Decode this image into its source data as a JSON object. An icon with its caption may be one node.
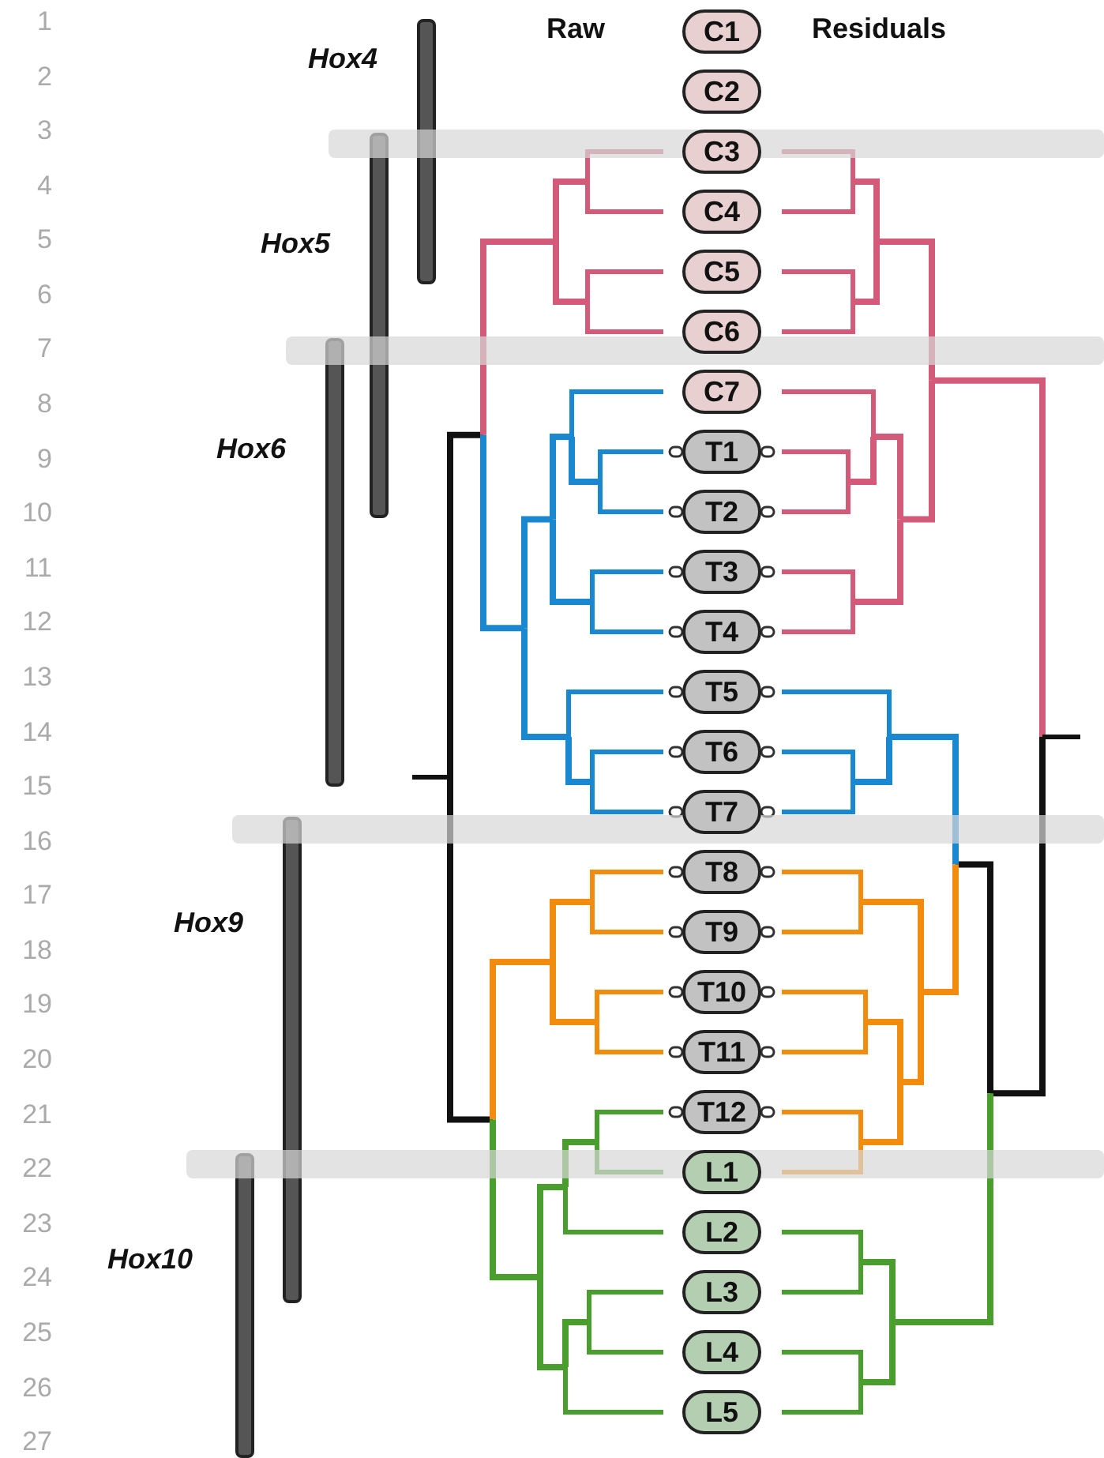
{
  "diagram": {
    "nodes": [
      {
        "text": [
          "C1"
        ]
      },
      {
        "text": [
          "C2"
        ]
      },
      {
        "text": [
          "C3"
        ]
      },
      {
        "text": [
          "C4"
        ]
      },
      {
        "text": [
          "C5"
        ]
      },
      {
        "text": [
          "C6"
        ]
      },
      {
        "text": [
          "C7"
        ]
      },
      {
        "text": [
          "T1"
        ]
      },
      {
        "text": [
          "T2"
        ]
      },
      {
        "text": [
          "T3"
        ]
      },
      {
        "text": [
          "T4"
        ]
      },
      {
        "text": [
          "T5"
        ]
      },
      {
        "text": [
          "T6"
        ]
      },
      {
        "text": [
          "T7"
        ]
      },
      {
        "text": [
          "T8"
        ]
      },
      {
        "text": [
          "T9"
        ]
      },
      {
        "text": [
          "T10"
        ]
      },
      {
        "text": [
          "T11"
        ]
      },
      {
        "text": [
          "T12"
        ]
      },
      {
        "text": [
          "L1"
        ]
      },
      {
        "text": [
          "L2"
        ]
      },
      {
        "text": [
          "L3"
        ]
      },
      {
        "text": [
          "L4"
        ]
      },
      {
        "text": [
          "L5"
        ]
      },
      {
        "text": [],
        "shape": "bar",
        "beside": [
          "Hox4"
        ]
      },
      {
        "text": [],
        "shape": "bar",
        "beside": [
          "Hox5"
        ]
      },
      {
        "text": [],
        "shape": "bar",
        "beside": [
          "Hox6"
        ]
      },
      {
        "text": [],
        "shape": "bar",
        "beside": [
          "Hox9"
        ]
      },
      {
        "text": [],
        "shape": "bar",
        "beside": [
          "Hox10"
        ]
      }
    ],
    "labels": [
      "1",
      "Raw",
      "Residuals",
      "2",
      "3",
      "4",
      "5",
      "6",
      "7",
      "8",
      "9",
      "10",
      "11",
      "12",
      "13",
      "14",
      "15",
      "16",
      "17",
      "18",
      "19",
      "20",
      "21",
      "22",
      "23",
      "24",
      "25",
      "26",
      "27"
    ]
  }
}
